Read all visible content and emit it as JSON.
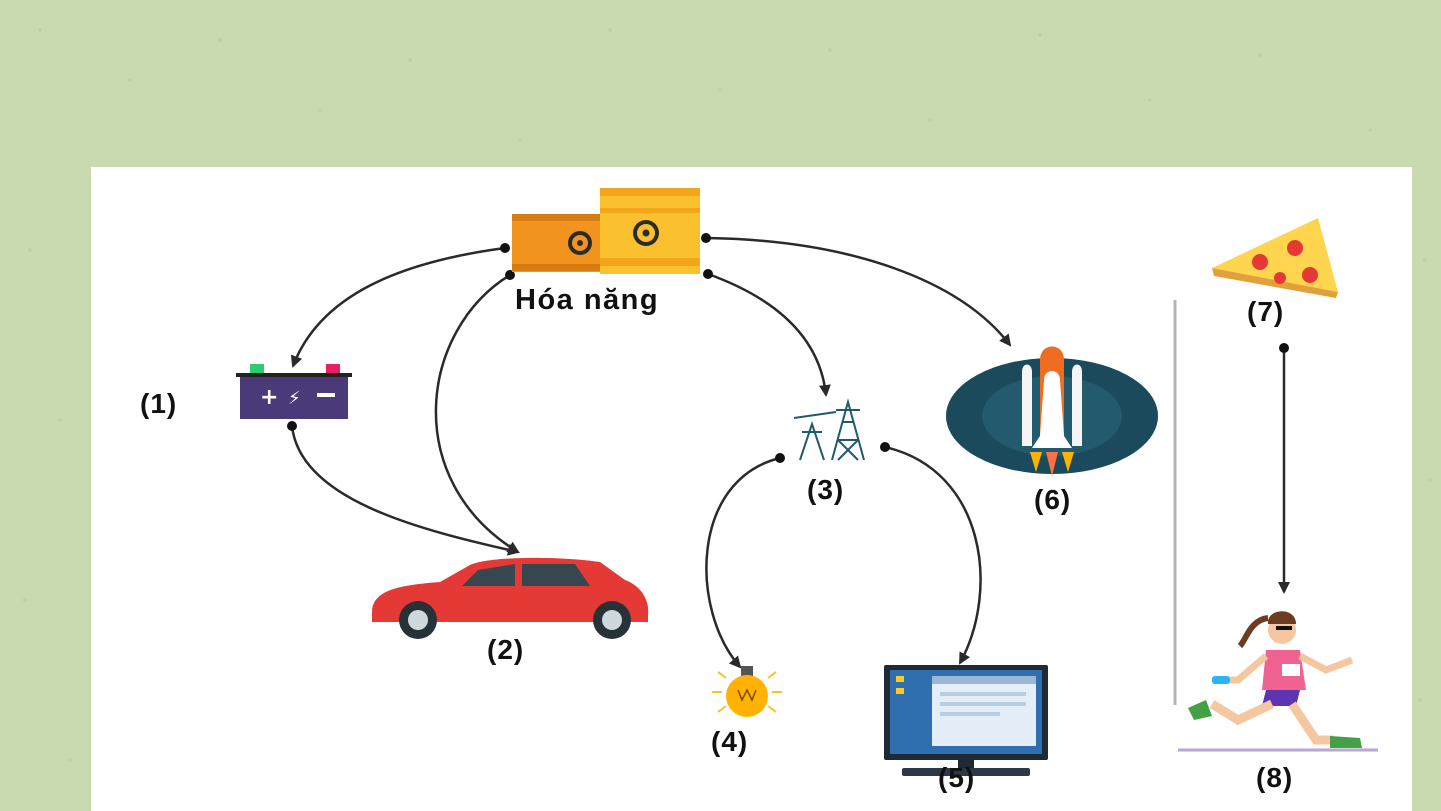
{
  "diagram": {
    "source_label": "Hóa năng",
    "nodes": [
      {
        "id": "1",
        "label": "(1)",
        "icon": "battery-icon"
      },
      {
        "id": "2",
        "label": "(2)",
        "icon": "car-icon"
      },
      {
        "id": "3",
        "label": "(3)",
        "icon": "power-tower-icon"
      },
      {
        "id": "4",
        "label": "(4)",
        "icon": "light-bulb-icon"
      },
      {
        "id": "5",
        "label": "(5)",
        "icon": "computer-monitor-icon"
      },
      {
        "id": "6",
        "label": "(6)",
        "icon": "space-shuttle-icon"
      },
      {
        "id": "7",
        "label": "(7)",
        "icon": "pizza-icon"
      },
      {
        "id": "8",
        "label": "(8)",
        "icon": "runner-icon"
      }
    ],
    "source_icon": "fuel-barrels-icon",
    "edges": [
      {
        "from": "source",
        "to": "1"
      },
      {
        "from": "source",
        "to": "2"
      },
      {
        "from": "1",
        "to": "2"
      },
      {
        "from": "source",
        "to": "3"
      },
      {
        "from": "source",
        "to": "6"
      },
      {
        "from": "3",
        "to": "4"
      },
      {
        "from": "3",
        "to": "5"
      },
      {
        "from": "7",
        "to": "8"
      }
    ],
    "colors": {
      "background": "#c9d9b0",
      "panel": "#ffffff",
      "arrow": "#2a2a2a"
    }
  }
}
